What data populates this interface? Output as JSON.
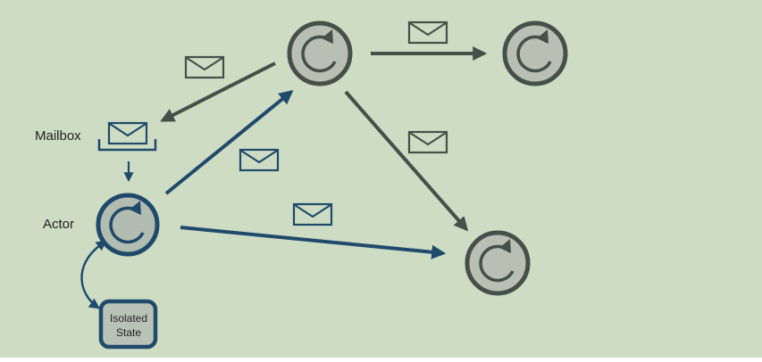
{
  "labels": {
    "mailbox": "Mailbox",
    "actor": "Actor",
    "isolated_state_line1": "Isolated",
    "isolated_state_line2": "State"
  },
  "colors": {
    "background": "#cddcc3",
    "blue": "#1f4a6b",
    "gray": "#46504a",
    "node_fill_blue": "#b3bcb0",
    "node_fill_gray": "#b9bfb3",
    "state_fill": "#b9c2b6"
  },
  "icons": {
    "actor": "cycle-arrow-icon",
    "message": "envelope-icon"
  }
}
